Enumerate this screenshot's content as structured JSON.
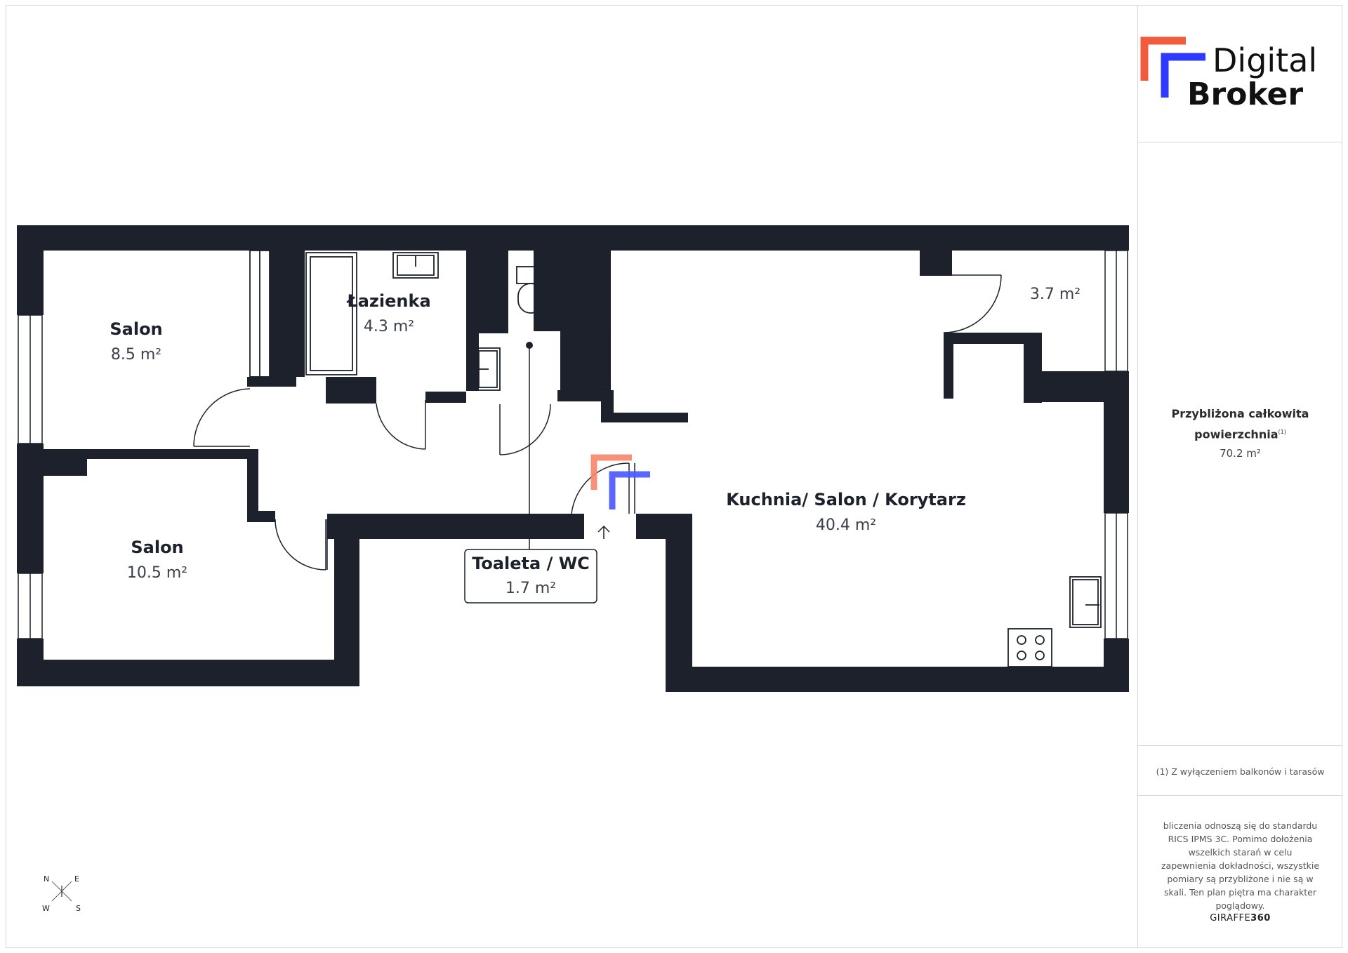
{
  "brand": {
    "line1": "Digital",
    "line2": "Broker",
    "accent_orange": "#f15a3a",
    "accent_blue": "#2e3bff"
  },
  "rooms": [
    {
      "name": "Salon",
      "area": "8.5 m²"
    },
    {
      "name": "Łazienka",
      "area": "4.3 m²"
    },
    {
      "name": "Salon",
      "area": "10.5 m²"
    },
    {
      "name": "",
      "area": "3.7 m²"
    },
    {
      "name": "Kuchnia/ Salon / Korytarz",
      "area": "40.4 m²"
    },
    {
      "name": "Toaleta / WC",
      "area": "1.7 m²"
    }
  ],
  "summary": {
    "title": "Przybliżona całkowita powierzchnia",
    "footnote_marker": "(1)",
    "total": "70.2 m²"
  },
  "footnote": "(1) Z wyłączeniem balkonów i tarasów",
  "disclaimer": "bliczenia odnoszą się do standardu RICS IPMS 3C. Pomimo dołożenia wszelkich starań w celu zapewnienia dokładności, wszystkie pomiary są przybliżone i nie są w skali. Ten plan piętra ma charakter poglądowy.",
  "provider": {
    "part1": "GIRAFFE",
    "part2": "360"
  },
  "compass": {
    "n": "N",
    "e": "E",
    "w": "W",
    "s": "S"
  },
  "colors": {
    "wall": "#1c212c",
    "line": "#1c212c",
    "background": "#ffffff"
  }
}
